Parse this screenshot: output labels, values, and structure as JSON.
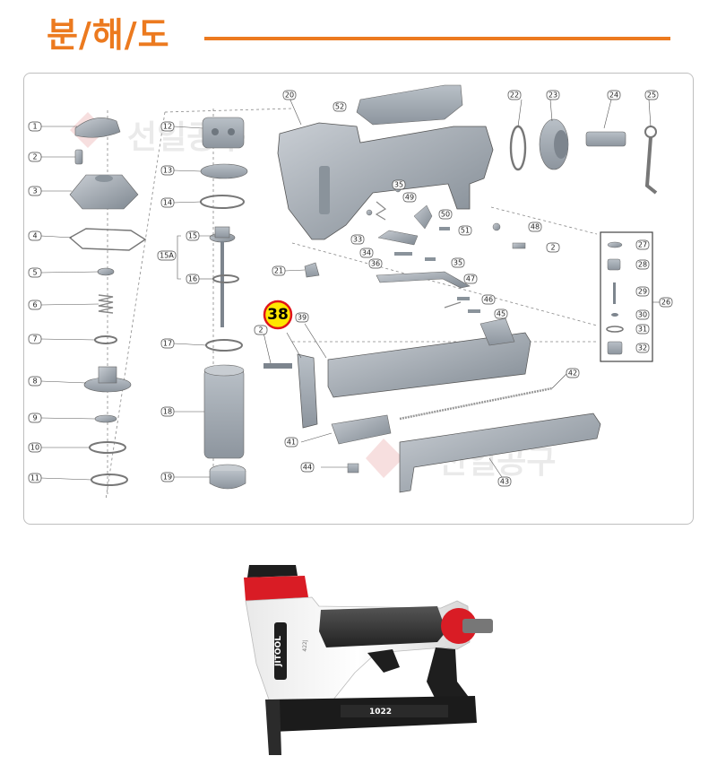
{
  "title": "분/해/도",
  "watermark": "선일공구",
  "colors": {
    "accent": "#ec7a1f",
    "highlight": "#ffe600",
    "highlight_ring": "#e0141b",
    "part": "#a9b0b8",
    "part_dark": "#7d858e"
  },
  "highlighted_part": "38",
  "callouts": [
    "1",
    "2",
    "3",
    "4",
    "5",
    "6",
    "7",
    "8",
    "9",
    "10",
    "11",
    "12",
    "13",
    "14",
    "15",
    "15A",
    "16",
    "17",
    "18",
    "19",
    "20",
    "52",
    "22",
    "23",
    "24",
    "25",
    "35",
    "49",
    "50",
    "51",
    "33",
    "34",
    "36",
    "35",
    "48",
    "2",
    "21",
    "47",
    "46",
    "45",
    "2",
    "39",
    "42",
    "41",
    "44",
    "43",
    "27",
    "28",
    "29",
    "30",
    "31",
    "32",
    "26",
    "35"
  ],
  "product": {
    "brand": "JITOOL",
    "model": "1022",
    "side_text": "422J"
  }
}
